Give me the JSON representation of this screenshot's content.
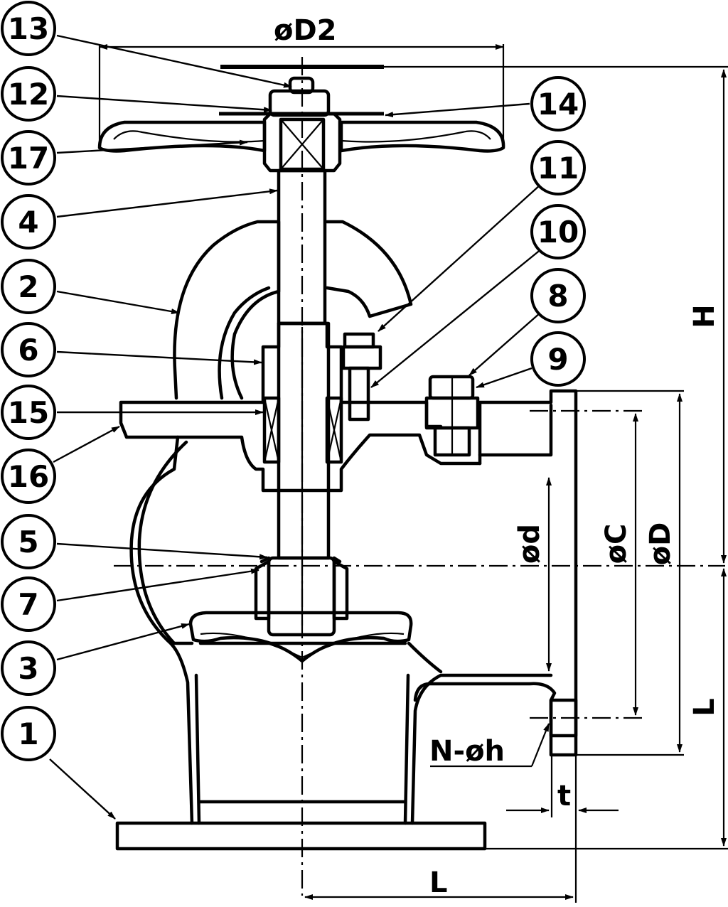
{
  "callouts": [
    {
      "id": "13",
      "label": "13"
    },
    {
      "id": "12",
      "label": "12"
    },
    {
      "id": "17",
      "label": "17"
    },
    {
      "id": "4",
      "label": "4"
    },
    {
      "id": "2",
      "label": "2"
    },
    {
      "id": "6",
      "label": "6"
    },
    {
      "id": "15",
      "label": "15"
    },
    {
      "id": "16",
      "label": "16"
    },
    {
      "id": "5",
      "label": "5"
    },
    {
      "id": "7",
      "label": "7"
    },
    {
      "id": "3",
      "label": "3"
    },
    {
      "id": "1",
      "label": "1"
    },
    {
      "id": "14",
      "label": "14"
    },
    {
      "id": "11",
      "label": "11"
    },
    {
      "id": "10",
      "label": "10"
    },
    {
      "id": "8",
      "label": "8"
    },
    {
      "id": "9",
      "label": "9"
    }
  ],
  "dimensions": {
    "handwheel_diameter": "øD2",
    "height": "H",
    "length_vertical": "L",
    "length_horizontal": "L",
    "bore_diameter": "ød",
    "bolt_circle": "øC",
    "flange_diameter": "øD",
    "bolt_holes": "N-øh",
    "flange_thickness": "t"
  }
}
